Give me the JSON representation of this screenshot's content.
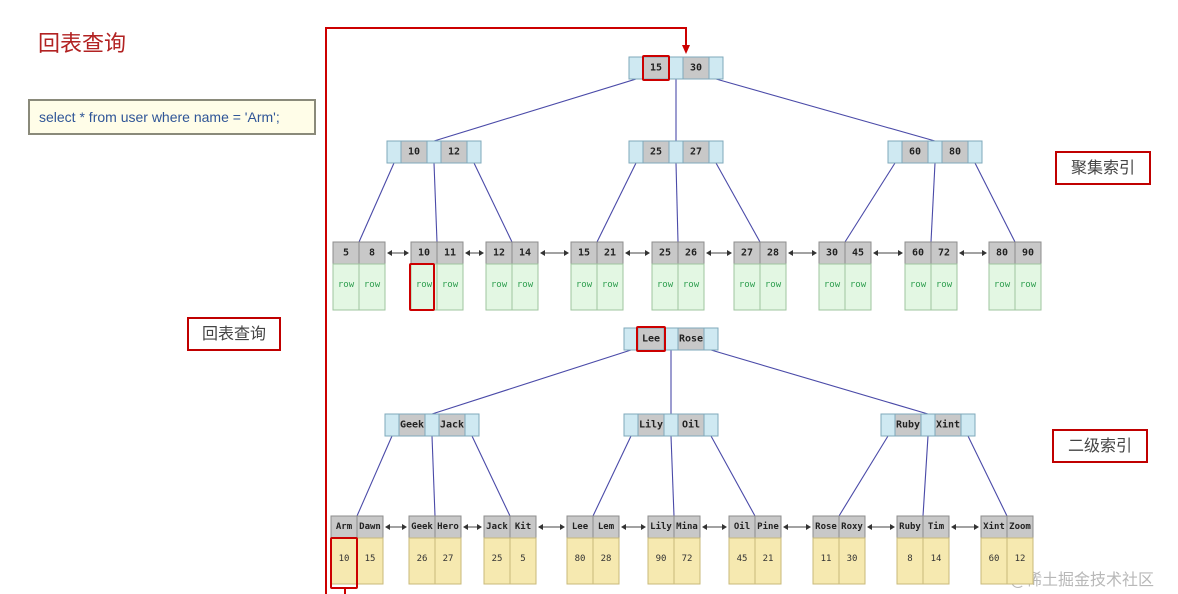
{
  "title": "回表查询",
  "sql": "select * from user where name = 'Arm';",
  "labels": {
    "clustered": "聚集索引",
    "secondary": "二级索引",
    "lookup": "回表查询"
  },
  "watermark": "@稀土掘金技术社区",
  "clustered_index": {
    "root": [
      "15",
      "30"
    ],
    "internal": [
      [
        "10",
        "12"
      ],
      [
        "25",
        "27"
      ],
      [
        "60",
        "80"
      ]
    ],
    "leaves": [
      {
        "keys": [
          "5",
          "8"
        ],
        "rows": [
          "row",
          "row"
        ]
      },
      {
        "keys": [
          "10",
          "11"
        ],
        "rows": [
          "row",
          "row"
        ]
      },
      {
        "keys": [
          "12",
          "14"
        ],
        "rows": [
          "row",
          "row"
        ]
      },
      {
        "keys": [
          "15",
          "21"
        ],
        "rows": [
          "row",
          "row"
        ]
      },
      {
        "keys": [
          "25",
          "26"
        ],
        "rows": [
          "row",
          "row"
        ]
      },
      {
        "keys": [
          "27",
          "28"
        ],
        "rows": [
          "row",
          "row"
        ]
      },
      {
        "keys": [
          "30",
          "45"
        ],
        "rows": [
          "row",
          "row"
        ]
      },
      {
        "keys": [
          "60",
          "72"
        ],
        "rows": [
          "row",
          "row"
        ]
      },
      {
        "keys": [
          "80",
          "90"
        ],
        "rows": [
          "row",
          "row"
        ]
      }
    ]
  },
  "secondary_index": {
    "root": [
      "Lee",
      "Rose"
    ],
    "internal": [
      [
        "Geek",
        "Jack"
      ],
      [
        "Lily",
        "Oil"
      ],
      [
        "Ruby",
        "Xint"
      ]
    ],
    "leaves": [
      {
        "keys": [
          "Arm",
          "Dawn"
        ],
        "ids": [
          "10",
          "15"
        ]
      },
      {
        "keys": [
          "Geek",
          "Hero"
        ],
        "ids": [
          "26",
          "27"
        ]
      },
      {
        "keys": [
          "Jack",
          "Kit"
        ],
        "ids": [
          "25",
          "5"
        ]
      },
      {
        "keys": [
          "Lee",
          "Lem"
        ],
        "ids": [
          "80",
          "28"
        ]
      },
      {
        "keys": [
          "Lily",
          "Mina"
        ],
        "ids": [
          "90",
          "72"
        ]
      },
      {
        "keys": [
          "Oil",
          "Pine"
        ],
        "ids": [
          "45",
          "21"
        ]
      },
      {
        "keys": [
          "Rose",
          "Roxy"
        ],
        "ids": [
          "11",
          "30"
        ]
      },
      {
        "keys": [
          "Ruby",
          "Tim"
        ],
        "ids": [
          "8",
          "14"
        ]
      },
      {
        "keys": [
          "Xint",
          "Zoom"
        ],
        "ids": [
          "60",
          "12"
        ]
      }
    ]
  },
  "colors": {
    "highlight": "#cc0000",
    "edge": "#4a4aa8",
    "key_cell": "#c8c8c8",
    "pointer_cell": "#cfe9f2",
    "row_cell": "#e3f7e3",
    "row_text": "#2e9e4f",
    "id_cell": "#f6e9b0"
  }
}
